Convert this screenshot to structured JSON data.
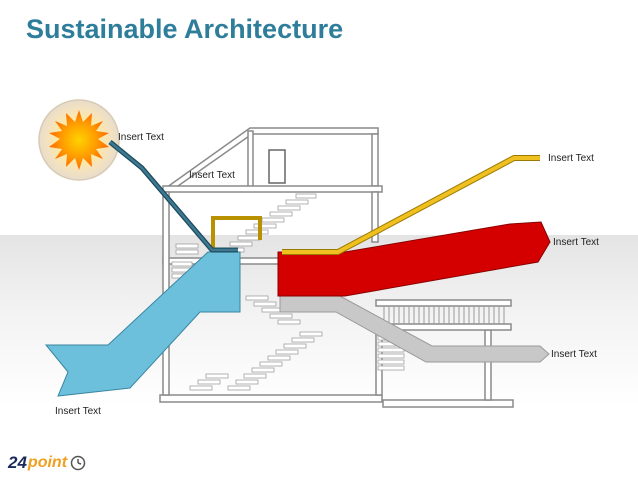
{
  "title": "Sustainable Architecture",
  "labels": {
    "sun": "Insert Text",
    "upper_floor": "Insert Text",
    "yellow_pipe": "Insert Text",
    "red_arrow": "Insert Text",
    "gray_arrow": "Insert Text",
    "blue_arrow": "Insert Text"
  },
  "logo": {
    "number": "24",
    "word": "point"
  },
  "colors": {
    "title": "#2e7d9a",
    "blue_flow": "#6cc0dc",
    "red_flow": "#d40000",
    "yellow_pipe": "#f0c020",
    "gray_flow": "#c8c8c8",
    "sun_core": "#ff8a00"
  }
}
